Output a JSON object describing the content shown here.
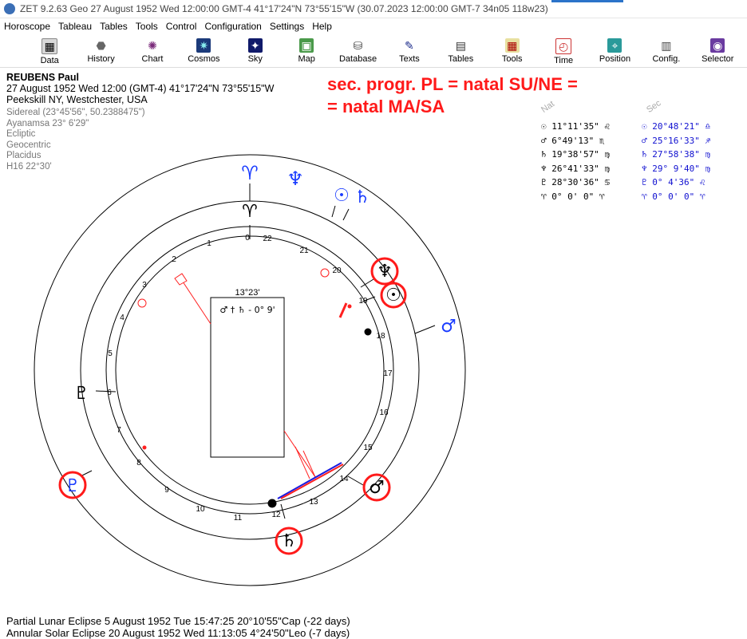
{
  "window": {
    "title": "ZET 9.2.63 Geo    27 August 1952   Wed   12:00:00 GMT-4 41°17'24\"N  73°55'15\"W  (30.07.2023  12:00:00 GMT-7 34n05 118w23)"
  },
  "menu": [
    "Horoscope",
    "Tableau",
    "Tables",
    "Tools",
    "Control",
    "Configuration",
    "Settings",
    "Help"
  ],
  "toolbar": [
    {
      "label": "Data",
      "icon": "data-icon"
    },
    {
      "label": "History",
      "icon": "history-icon"
    },
    {
      "label": "Chart",
      "icon": "chart-icon"
    },
    {
      "label": "Cosmos",
      "icon": "cosmos-icon"
    },
    {
      "label": "Sky",
      "icon": "sky-icon"
    },
    {
      "label": "Map",
      "icon": "map-icon"
    },
    {
      "label": "Database",
      "icon": "database-icon"
    },
    {
      "label": "Texts",
      "icon": "texts-icon"
    },
    {
      "label": "Tables",
      "icon": "tables-icon"
    },
    {
      "label": "Tools",
      "icon": "tools-icon"
    },
    {
      "label": "Time",
      "icon": "time-icon"
    },
    {
      "label": "Position",
      "icon": "position-icon"
    },
    {
      "label": "Config.",
      "icon": "config-icon"
    },
    {
      "label": "Selector",
      "icon": "selector-icon"
    }
  ],
  "person": {
    "name": "REUBENS Paul",
    "date_line": "27 August 1952  Wed  12:00 (GMT-4) 41°17'24\"N  73°55'15\"W",
    "place": "Peekskill NY, Westchester, USA",
    "meta": [
      "Sidereal (23°45'56\", 50.2388475\")",
      "Ayanamsa 23° 6'29\"",
      "Ecliptic",
      "Geocentric",
      "Placidus",
      "H16  22°30'"
    ]
  },
  "annotation": {
    "line1": "sec. progr. PL = natal SU/NE =",
    "line2": "= natal MA/SA"
  },
  "chart": {
    "center_degree": "13°23'",
    "box_formula": "♂ † ♄  - 0° 9'",
    "house_numbers": [
      "0",
      "22",
      "21",
      "20",
      "19",
      "18",
      "17",
      "16",
      "15",
      "14",
      "13",
      "12",
      "11",
      "10",
      "9",
      "8",
      "7",
      "6",
      "5",
      "4",
      "3",
      "2",
      "1"
    ],
    "outer_glyphs": [
      "♈",
      "♆",
      "☉",
      "♄",
      "♂",
      "♇"
    ],
    "inner_glyphs": [
      "♈",
      "♆",
      "☉",
      "♂",
      "♄",
      "♇"
    ],
    "colors": {
      "accent_red": "#ff1a1a",
      "sec_blue": "#1a3cff",
      "ring": "#000000"
    }
  },
  "positions": {
    "nat_header": "Nat",
    "sec_header": "Sec",
    "rows": [
      {
        "nat": "☉  11°11'35\" ♌",
        "sec": "☉  20°48'21\" ♎"
      },
      {
        "nat": "♂   6°49'13\" ♏",
        "sec": "♂  25°16'33\" ♐"
      },
      {
        "nat": "♄  19°38'57\" ♍",
        "sec": "♄  27°58'38\" ♍"
      },
      {
        "nat": "♆  26°41'33\" ♍",
        "sec": "♆  29° 9'40\" ♍"
      },
      {
        "nat": "♇  28°30'36\" ♋",
        "sec": "♇   0° 4'36\" ♌"
      },
      {
        "nat": "♈   0° 0' 0\" ♈",
        "sec": "♈   0° 0' 0\" ♈"
      }
    ]
  },
  "eclipses": [
    "Partial Lunar Eclipse 5 August 1952 Tue 15:47:25 20°10'55\"Cap (-22 days)",
    "Annular Solar Eclipse 20 August 1952 Wed 11:13:05  4°24'50\"Leo (-7 days)"
  ]
}
